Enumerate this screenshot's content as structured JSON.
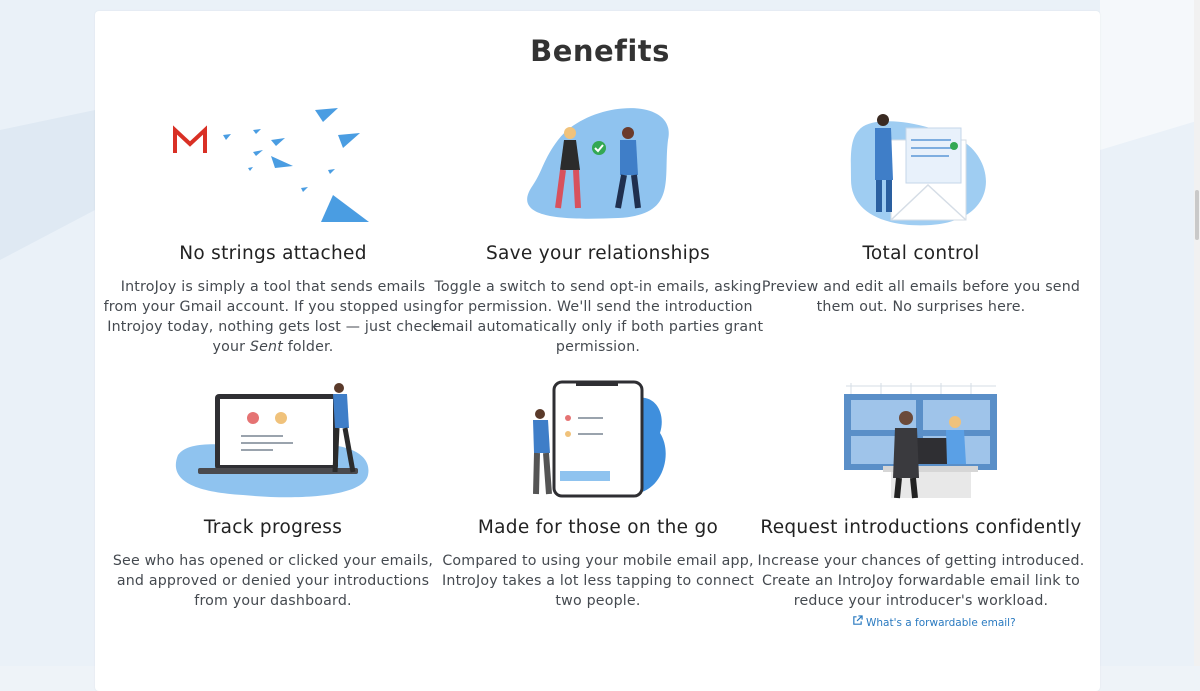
{
  "page": {
    "title": "Benefits"
  },
  "benefits": [
    {
      "icon": "gmail-paper-planes-illustration",
      "title": "No strings attached",
      "desc": "IntroJoy is simply a tool that sends emails from your Gmail account. If you stopped using Introjoy today, nothing gets lost — just check your ",
      "desc_em": "Sent",
      "desc_tail": " folder."
    },
    {
      "icon": "handshake-illustration",
      "title": "Save your relationships",
      "desc": "Toggle a switch to send opt-in emails, asking for permission. We'll send the introduction email automatically only if both parties grant permission."
    },
    {
      "icon": "email-preview-illustration",
      "title": "Total control",
      "desc": "Preview and edit all emails before you send them out. No surprises here."
    },
    {
      "icon": "laptop-dashboard-illustration",
      "title": "Track progress",
      "desc": "See who has opened or clicked your emails, and approved or denied your introductions from your dashboard."
    },
    {
      "icon": "mobile-phone-illustration",
      "title": "Made for those on the go",
      "desc": "Compared to using your mobile email app, IntroJoy takes a lot less tapping to connect two people."
    },
    {
      "icon": "office-meeting-illustration",
      "title": "Request introductions confidently",
      "desc": "Increase your chances of getting introduced. Create an IntroJoy forwardable email link to reduce your introducer's workload."
    }
  ],
  "forwardable_link": {
    "label": "What's a forwardable email?"
  },
  "colors": {
    "accent": "#2a7ac0",
    "illustration_blue": "#8fc3ef",
    "brand_red": "#d93025"
  }
}
